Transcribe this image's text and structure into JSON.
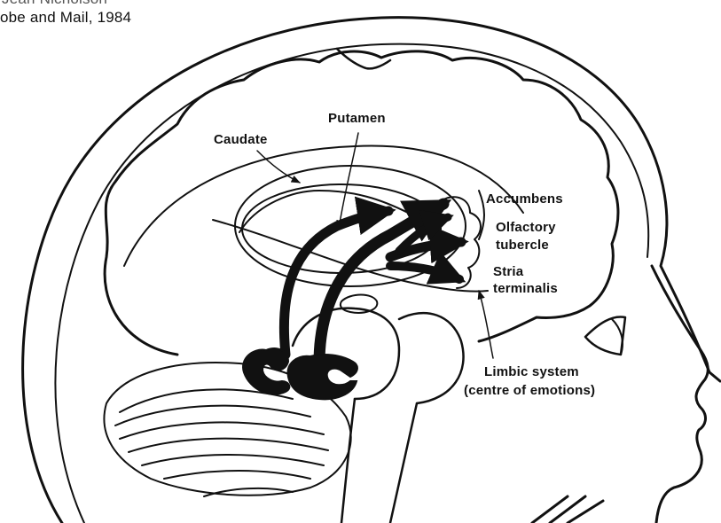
{
  "caption": {
    "line1": "Jean Nicholson",
    "line2": "obe and Mail, 1984"
  },
  "labels": {
    "putamen": "Putamen",
    "caudate": "Caudate",
    "accumbens": "Accumbens",
    "olfactory_1": "Olfactory",
    "olfactory_2": "tubercle",
    "stria_1": "Stria",
    "stria_2": "terminalis",
    "limbic_1": "Limbic system",
    "limbic_2": "(centre of emotions)"
  },
  "colors": {
    "ink": "#111111",
    "background": "#ffffff"
  }
}
